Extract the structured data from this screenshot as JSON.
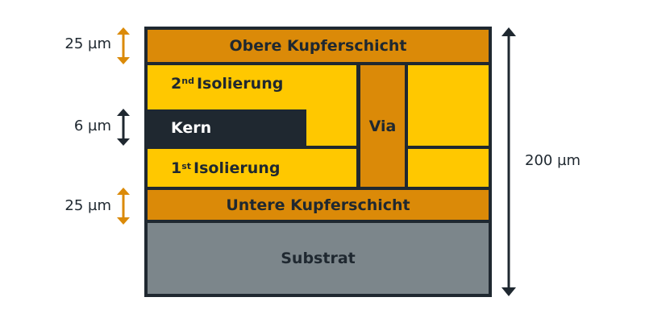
{
  "diagram": {
    "title": "",
    "colors": {
      "copper": "#db8a08",
      "insulation": "#ffc800",
      "core": "#1f2830",
      "substrate": "#7c868b",
      "outline": "#1f2830",
      "copper_arrow": "#db8a08",
      "dark_arrow": "#1f2830"
    },
    "layers": {
      "top_copper": "Obere Kupferschicht",
      "insulation_2": {
        "number": "2",
        "suffix": "nd",
        "label": "Isolierung"
      },
      "core": "Kern",
      "via": "Via",
      "insulation_1": {
        "number": "1",
        "suffix": "st",
        "label": "Isolierung"
      },
      "bottom_copper": "Untere Kupferschicht",
      "substrate": "Substrat"
    },
    "dimensions": {
      "top_copper_thickness": "25 µm",
      "core_thickness": "6 µm",
      "bottom_copper_thickness": "25 µm",
      "total_thickness": "200 µm"
    }
  }
}
